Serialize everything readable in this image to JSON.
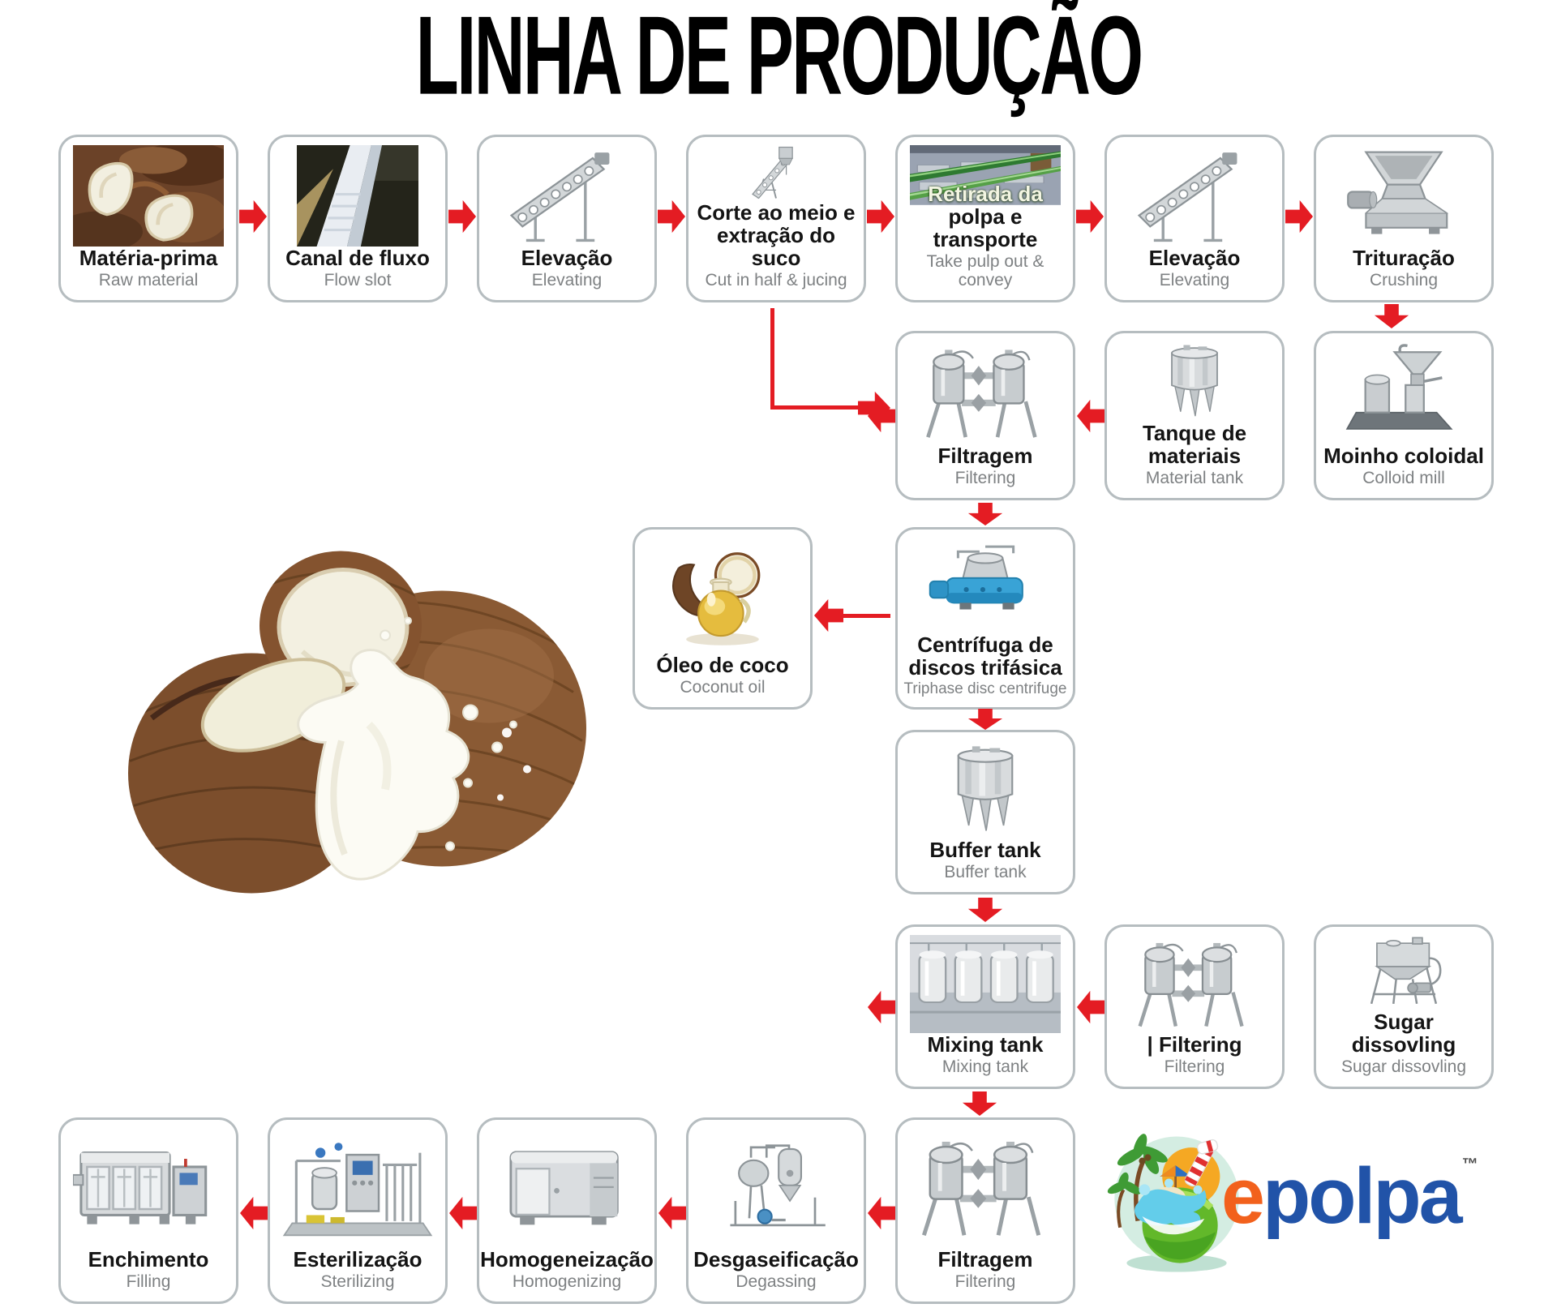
{
  "title": "LINHA DE PRODUÇÃO",
  "brand": {
    "text_first": "e",
    "text_rest": "polpa",
    "trademark": "™"
  },
  "nodes": {
    "raw_material": {
      "title": "Matéria-prima",
      "subtitle": "Raw material"
    },
    "flow_slot": {
      "title": "Canal de fluxo",
      "subtitle": "Flow slot"
    },
    "elevation1": {
      "title": "Elevação",
      "subtitle": "Elevating"
    },
    "cut": {
      "title": "Corte ao meio e extração do suco",
      "subtitle": "Cut in half & jucing"
    },
    "pulp": {
      "overlay": "Retirada da",
      "title": "polpa e transporte",
      "subtitle": "Take pulp out & convey"
    },
    "elevation2": {
      "title": "Elevação",
      "subtitle": "Elevating"
    },
    "crushing": {
      "title": "Trituração",
      "subtitle": "Crushing"
    },
    "colloid_mill": {
      "title": "Moinho coloidal",
      "subtitle": "Colloid mill"
    },
    "material_tank": {
      "title": "Tanque de materiais",
      "subtitle": "Material tank"
    },
    "filtering1": {
      "title": "Filtragem",
      "subtitle": "Filtering"
    },
    "centrifuge": {
      "title": "Centrífuga de discos trifásica",
      "subtitle": "Triphase disc centrifuge"
    },
    "coconut_oil": {
      "title": "Óleo de coco",
      "subtitle": "Coconut oil"
    },
    "buffer_tank": {
      "title": "Buffer tank",
      "subtitle": "Buffer tank"
    },
    "mixing_tank": {
      "title": "Mixing tank",
      "subtitle": "Mixing tank"
    },
    "filtering2": {
      "title": "| Filtering",
      "subtitle": "Filtering"
    },
    "sugar": {
      "title": "Sugar dissovling",
      "subtitle": "Sugar dissovling"
    },
    "filtering3": {
      "title": "Filtragem",
      "subtitle": "Filtering"
    },
    "degassing": {
      "title": "Desgaseificação",
      "subtitle": "Degassing"
    },
    "homogenizing": {
      "title": "Homogeneização",
      "subtitle": "Homogenizing"
    },
    "sterilizing": {
      "title": "Esterilização",
      "subtitle": "Sterilizing"
    },
    "filling": {
      "title": "Enchimento",
      "subtitle": "Filling"
    }
  },
  "colors": {
    "arrow_red": "#e41c23",
    "box_border": "#b6bdc0",
    "title_black": "#000000",
    "pt_text": "#141414",
    "en_text": "#7e8183",
    "logo_orange": "#f2611c",
    "logo_blue": "#2153a8"
  }
}
